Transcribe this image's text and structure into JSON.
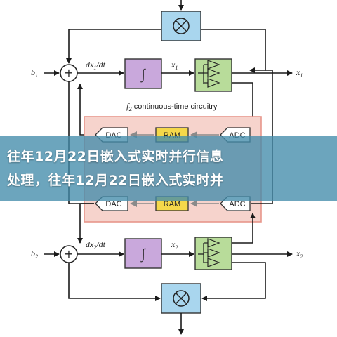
{
  "diagram": {
    "top": {
      "input_label": "b",
      "input_sub": "1",
      "deriv_label": "dx",
      "deriv_sub": "1",
      "deriv_suffix": "/dt",
      "integrator_symbol": "∫",
      "state_label": "x",
      "state_sub": "1",
      "output_label": "x",
      "output_sub": "1",
      "multiplier_symbol": "⊗"
    },
    "bottom": {
      "input_label": "b",
      "input_sub": "2",
      "deriv_label": "dx",
      "deriv_sub": "2",
      "deriv_suffix": "/dt",
      "integrator_symbol": "∫",
      "state_label": "x",
      "state_sub": "2",
      "output_label": "x",
      "output_sub": "2",
      "multiplier_symbol": "⊗"
    },
    "adder_symbol": "+",
    "circuitry_label": "continuous-time circuitry",
    "circuitry_var": "f",
    "circuitry_sub": "2",
    "row1": {
      "dac": "DAC",
      "ram": "RAM",
      "adc": "ADC"
    },
    "row2": {
      "dac": "DAC",
      "ram": "RAM",
      "adc": "ADC"
    },
    "colors": {
      "integrator_fill": "#c9a8dc",
      "fanout_fill": "#b8dc9a",
      "multiplier_fill": "#a9d6ee",
      "ram_fill": "#f5d84a",
      "circuitry_fill": "#f6d3cc",
      "circuitry_stroke": "#e8968a"
    }
  },
  "banner": {
    "line1": "往年12月22日嵌入式实时并行信息",
    "line2": "处理，往年12月22日嵌入式实时并"
  }
}
